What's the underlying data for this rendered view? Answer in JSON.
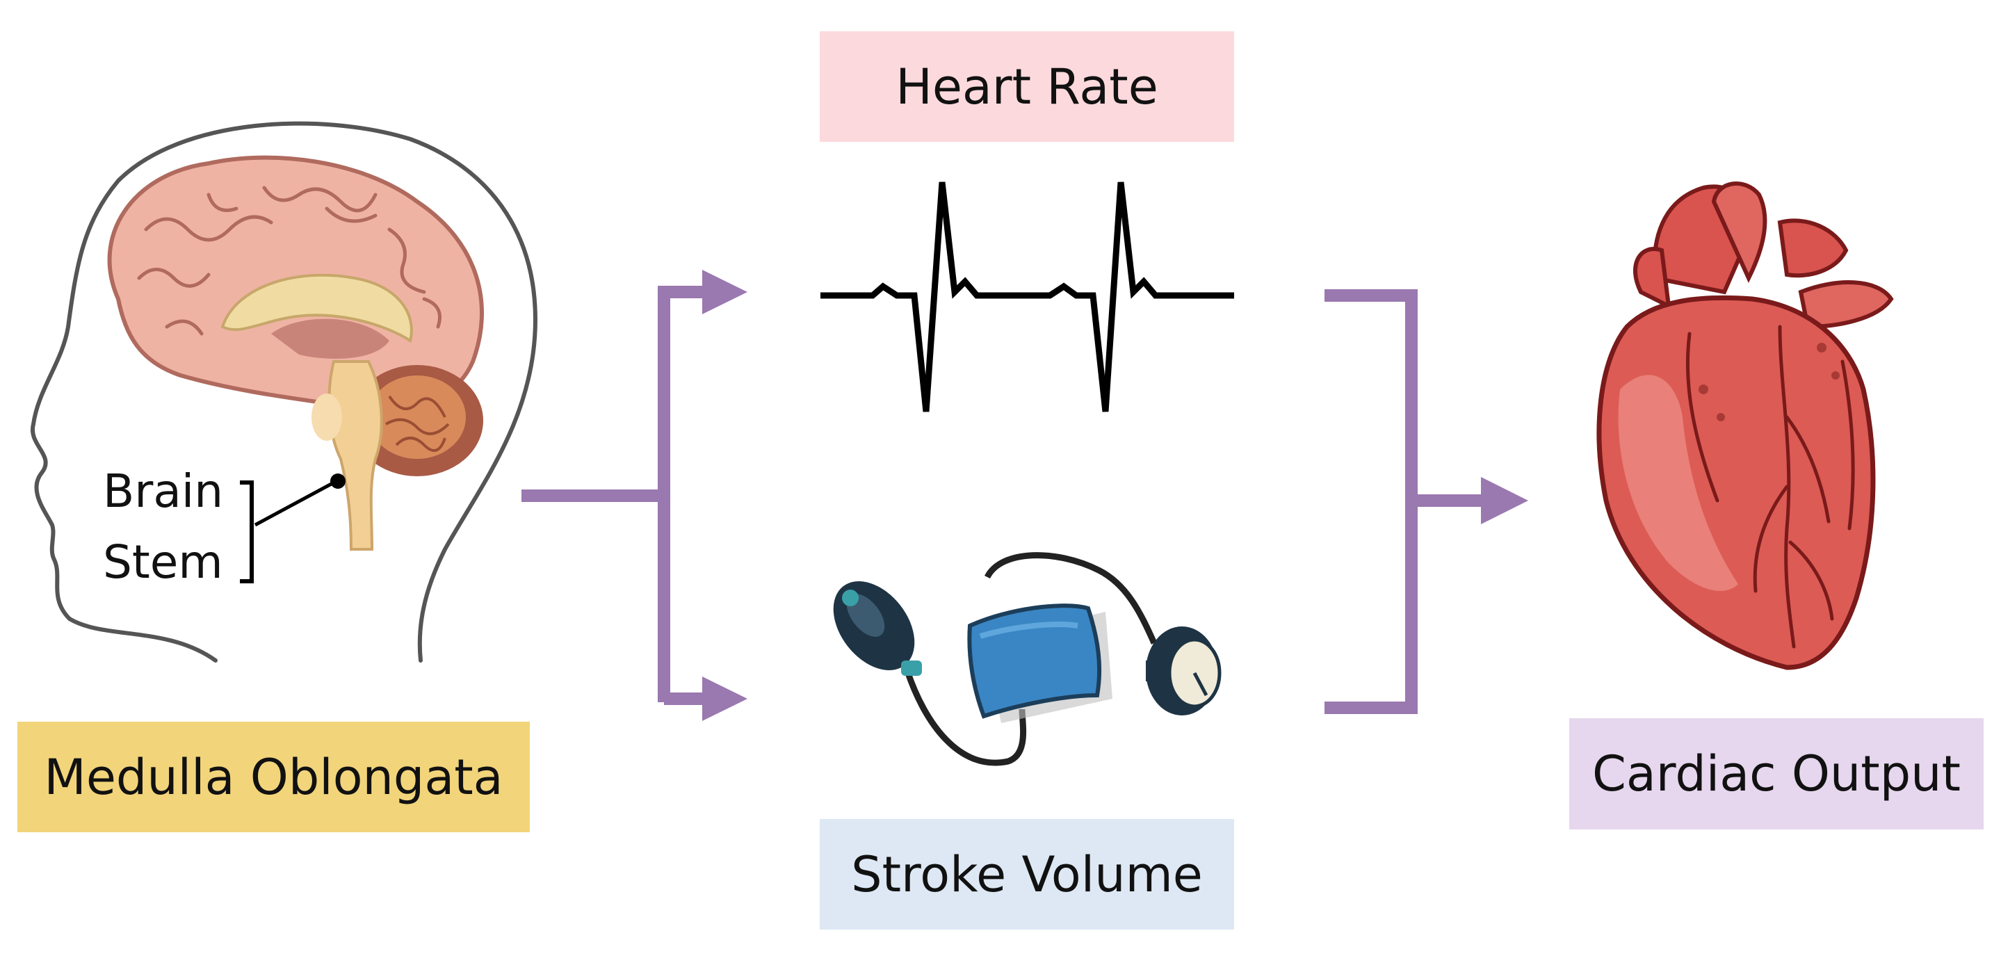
{
  "labels": {
    "heart_rate": "Heart Rate",
    "stroke_volume": "Stroke Volume",
    "medulla": "Medulla Oblongata",
    "cardiac_output": "Cardiac Output",
    "brain_stem_line1": "Brain",
    "brain_stem_line2": "Stem"
  },
  "colors": {
    "heart_rate_box": "#fcd9dc",
    "stroke_volume_box": "#dde8f4",
    "medulla_box": "#f2d47a",
    "cardiac_output_box": "#e6d6ee",
    "arrow": "#9a78b0"
  },
  "icons": [
    "head-brain-icon",
    "ecg-waveform-icon",
    "blood-pressure-cuff-icon",
    "heart-icon"
  ]
}
